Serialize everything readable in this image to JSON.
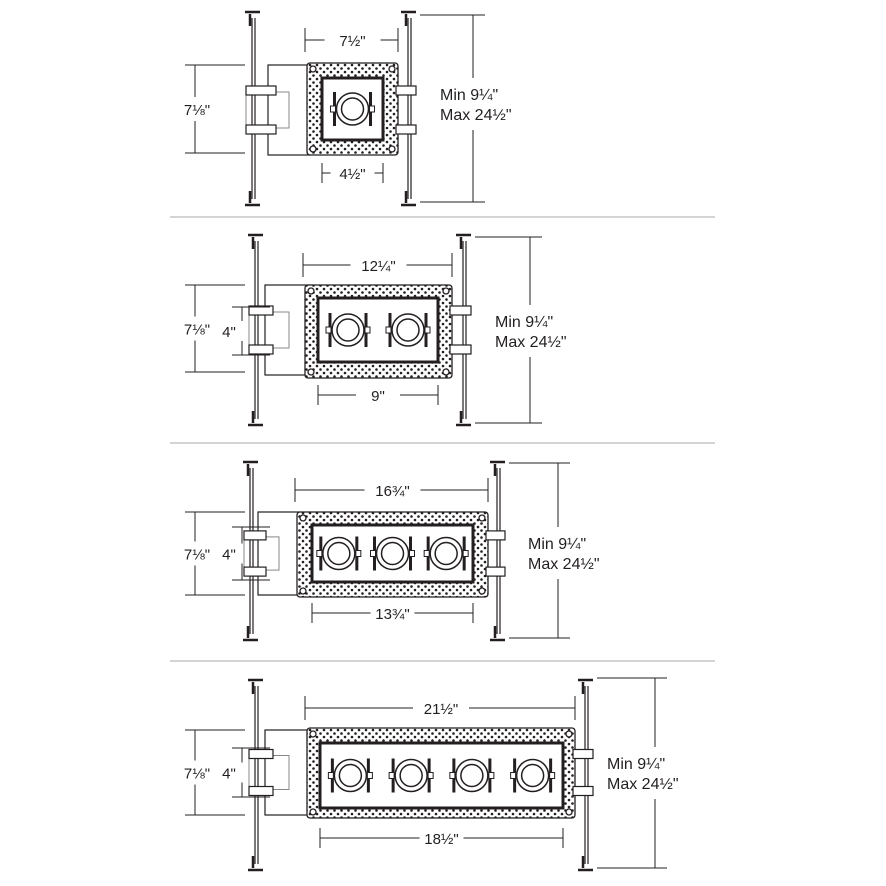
{
  "panels": [
    {
      "name": "single-fixture",
      "fixture_count": 1,
      "top_width": "7½\"",
      "bottom_width": "4½\"",
      "height": "7⅛\"",
      "inner_height": null,
      "joist_min": "Min 9¼\"",
      "joist_max": "Max 24½\""
    },
    {
      "name": "two-fixture",
      "fixture_count": 2,
      "top_width": "12¼\"",
      "bottom_width": "9\"",
      "height": "7⅛\"",
      "inner_height": "4\"",
      "joist_min": "Min 9¼\"",
      "joist_max": "Max 24½\""
    },
    {
      "name": "three-fixture",
      "fixture_count": 3,
      "top_width": "16¾\"",
      "bottom_width": "13¾\"",
      "height": "7⅛\"",
      "inner_height": "4\"",
      "joist_min": "Min 9¼\"",
      "joist_max": "Max 24½\""
    },
    {
      "name": "four-fixture",
      "fixture_count": 4,
      "top_width": "21½\"",
      "bottom_width": "18½\"",
      "height": "7⅛\"",
      "inner_height": "4\"",
      "joist_min": "Min 9¼\"",
      "joist_max": "Max 24½\""
    }
  ],
  "colors": {
    "line": "#231f20",
    "divider": "#a7a9ac"
  }
}
